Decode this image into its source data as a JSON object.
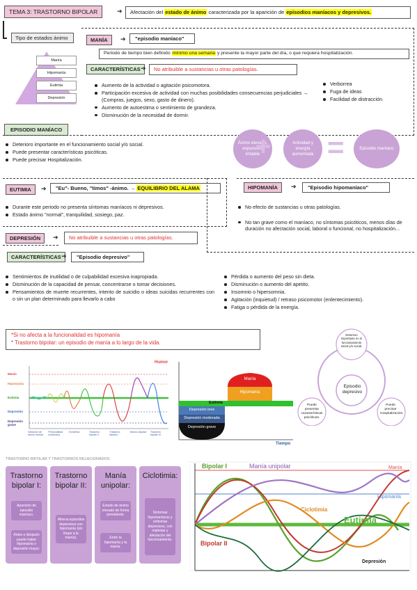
{
  "header": {
    "title": "TEMA 3: TRASTORNO BIPOLAR",
    "definition_pre": "Afectación del ",
    "definition_hl1": "estado de ánimo",
    "definition_mid": " caracterizada por la aparición de ",
    "definition_hl2": "episodios maníacos y depresivos."
  },
  "pyramid": {
    "tag": "Tipo de estados ánimo",
    "levels": [
      "Manía",
      "Hipomanía",
      "Eutimia",
      "Depresión"
    ]
  },
  "mania": {
    "tag": "MANÍA",
    "quote": "\"episodio maníaco\"",
    "definition_pre": "Periodo de tiempo bien definido ",
    "definition_hl": "mínimo una semana",
    "definition_post": " y presente la mayor parte del día, o que requiera hospitalización.",
    "caracteristicas": "CARACTERÍSTICAS",
    "note": "No atribuible a sustancias u otras patologías.",
    "bullets": [
      "Aumento de la actividad o agitación psicomotora.",
      "Participación excesiva de actividad con muchas posibilidades consecuencias perjudiciales → (Compras, juegos, sexo, gasto de dinero).",
      "Aumento de autoestima o sentimiento de grandeza.",
      "Disminución de la necesidad de dormir."
    ],
    "bullets_right": [
      "Verborrea",
      "Fuga de ideas",
      "Facilidad de distracción"
    ]
  },
  "episodio_maniaco": {
    "tag": "EPISODIO MANÍACO",
    "bullets": [
      "Deterioro importante en el funcionamiento social y/o social.",
      "Puede presentar características psicóticas.",
      "Puede precisar Hospitalización."
    ],
    "circles": [
      "Ánimo elevado, expansivo, irritable",
      "Actividad y energía aumentada",
      "Episodio maníaco"
    ],
    "plus": "+",
    "equals": "="
  },
  "eutimia": {
    "tag": "EUTIMIA",
    "quote_pre": "\"Eu\"- Bueno, \"timos\" -ánimo. → ",
    "quote_hl": "EQUILIBRIO DEL ALAMA",
    "bullets": [
      "Durante este periodo no presenta síntomas maníacos ni depresivos.",
      "Estado ánimo \"normal\", tranquilidad, sosiego, paz."
    ]
  },
  "hipomania": {
    "tag": "HIPOMANÍA",
    "quote": "\"Episodio hipomaníaco\"",
    "bullets": [
      "No efecto de sustancias u otras patologías.",
      "No tan grave como el maníaco, no síntomas psicóticos, menos días de duración no afectación social, laboral o funcional, no hospitalización..."
    ]
  },
  "depresion": {
    "tag": "DEPRESIÓN",
    "note": "No atribuible a sustancias u otras patologías.",
    "caracteristicas": "CARACTERÍSTICAS",
    "quote": "\"Episodio depresivo\"",
    "bullets_left": [
      "Sentimientos de inutilidad o de culpabilidad excesiva inapropiada.",
      "Disminución de la capacidad de pensar, concentrarse o tomar decisiones.",
      "Pensamientos de muerte recurrentes, intento de suicidio o ideas suicidas recurrentes con o sin un plan determinado para llevarlo a cabo"
    ],
    "bullets_right": [
      "Pérdida o aumento del peso sin dieta.",
      "Disminución o aumento del apetito.",
      "Insomnio o hipersomnia.",
      "Agitación (inquietud) / retraso psicomotor (enlentecimiento).",
      "Fatiga o pérdida de la energía."
    ]
  },
  "notes": [
    "*Si no afecta a la funcionalidad es hipomanía",
    "* Trastorno bipolar: un episodio de manía a lo largo de la vida."
  ],
  "cycle": {
    "center": "Episodio depresivo",
    "nodes": [
      "Deterioro importante en el funcionamiento social y/o social.",
      "Puede precisar Hospitalización.",
      "Puede presentar características psicóticas."
    ]
  },
  "chart1": {
    "ylabels": [
      "Manía",
      "Hipomanía",
      "Eutimia",
      "Depresión",
      "Depresión grave"
    ],
    "xlabels": [
      "Variación de ánimo normal",
      "Personalidad ciclotímica",
      "Ciclotimia",
      "Trastorno bipolar II",
      "Trastorno bipolar I",
      "Manía unipolar",
      "Trastorno bipolar IV"
    ],
    "ytitle": "Humor"
  },
  "chart2": {
    "bands": [
      "Manía",
      "Hipomanía",
      "Eutimia",
      "Depresión leve",
      "Depresión moderada",
      "Depresión grave"
    ],
    "xtitle": "Tiempo"
  },
  "types": {
    "title": "TRASTORNO BIPOLAR Y TRASTORNOS RELACIONADOS",
    "cards": [
      {
        "title": "Trastorno bipolar I:",
        "b1": "Aparición de episodio maníaco.",
        "b2": "Antes o después puede haber hipomanía o depresión mayor."
      },
      {
        "title": "Trastorno bipolar II:",
        "b1": "Alterna episodios depresivos con hipomanía (sin llegar a la manía).",
        "b2": ""
      },
      {
        "title": "Manía unipolar:",
        "b1": "Estado de ánimo elevado de forma persistente.",
        "b2": "Entre la hipomanía y la manía."
      },
      {
        "title": "Ciclotimia:",
        "b1": "Síntomas hipomaníacos y síntomas depresivos, con malestar y afectación del funcionamiento.",
        "b2": ""
      }
    ]
  },
  "chart3": {
    "series": [
      "Bipolar I",
      "Manía unipolar",
      "Ciclotimia",
      "Bipolar II",
      "Eutimia"
    ],
    "levels": [
      "Manía",
      "Hipomanía",
      "Depresión"
    ]
  },
  "colors": {
    "pink": "#f0c6d9",
    "green": "#d9ead3",
    "purple": "#c9a3d6",
    "yellow": "#ffff00"
  }
}
